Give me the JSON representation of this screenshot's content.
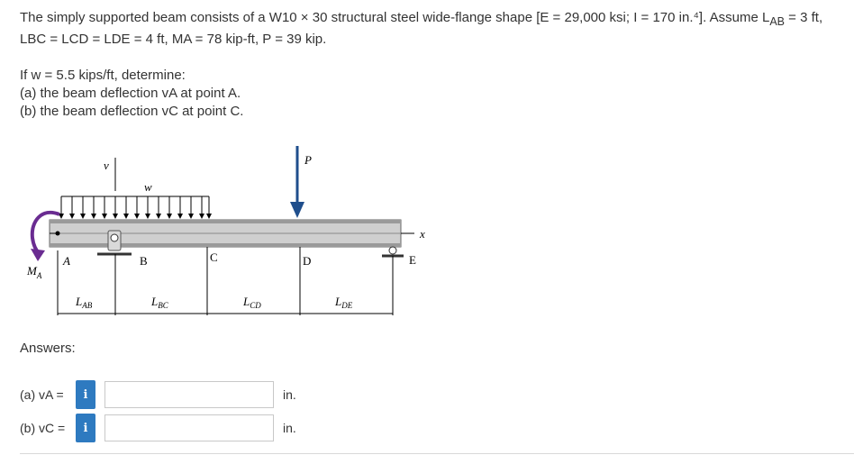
{
  "problem": {
    "line1": "The simply supported beam consists of a W10 × 30 structural steel wide-flange shape [E = 29,000 ksi; I = 170 in.⁴]. Assume L",
    "line1_sub": "AB",
    "line1_tail": " = 3 ft,",
    "line2": "L",
    "line2_text": "BC = LCD = LDE = 4 ft, MA = 78 kip-ft, P = 39 kip.",
    "ask_intro": "If w = 5.5 kips/ft, determine:",
    "ask_a": "(a) the beam deflection vA at point A.",
    "ask_b": "(b) the beam deflection vC at point C."
  },
  "figure": {
    "label_v": "v",
    "label_w": "w",
    "label_P": "P",
    "label_x": "x",
    "label_MA": "M",
    "label_MA_sub": "A",
    "point_A": "A",
    "point_B": "B",
    "point_C": "C",
    "point_D": "D",
    "point_E": "E",
    "dim_L": "L",
    "dim_AB": "AB",
    "dim_BC": "BC",
    "dim_CD": "CD",
    "dim_DE": "DE"
  },
  "answers": {
    "title": "Answers:",
    "a_label": "(a) vA =",
    "b_label": "(b) vC =",
    "info_glyph": "i",
    "unit_a": "in.",
    "unit_b": "in.",
    "value_a": "",
    "value_b": ""
  },
  "colors": {
    "info_button": "#2e7ac0",
    "moment_arrow": "#6a2c91",
    "load_arrow": "#1f4e8c"
  }
}
